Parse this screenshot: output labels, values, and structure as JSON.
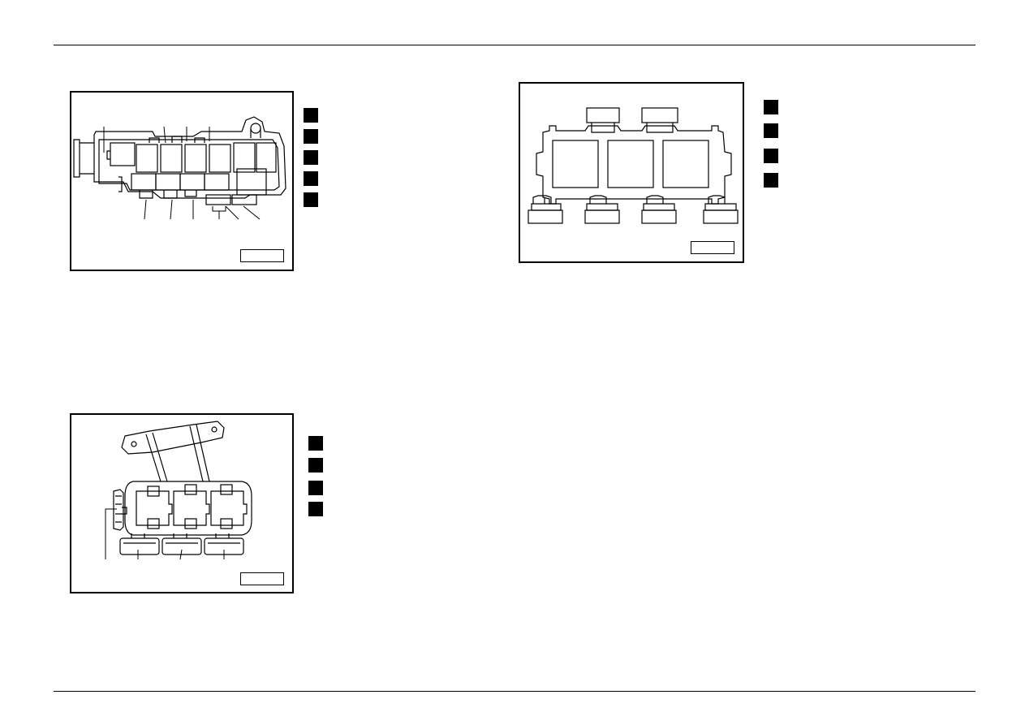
{
  "page": {
    "header_text": "",
    "footer_text": ""
  },
  "figures": [
    {
      "id": "fig-1",
      "figure_id_label": "",
      "callouts": [
        "",
        "",
        "",
        "",
        "",
        "",
        "",
        "",
        "",
        ""
      ],
      "legend": [
        {
          "marker": "",
          "text": ""
        },
        {
          "marker": "",
          "text": ""
        },
        {
          "marker": "",
          "text": ""
        },
        {
          "marker": "",
          "text": ""
        },
        {
          "marker": "",
          "text": ""
        }
      ]
    },
    {
      "id": "fig-2",
      "figure_id_label": "",
      "legend": [
        {
          "marker": "",
          "text": ""
        },
        {
          "marker": "",
          "text": ""
        },
        {
          "marker": "",
          "text": ""
        },
        {
          "marker": "",
          "text": ""
        }
      ]
    },
    {
      "id": "fig-3",
      "figure_id_label": "",
      "callouts": [
        "",
        "",
        "",
        "",
        ""
      ],
      "legend": [
        {
          "marker": "",
          "text": ""
        },
        {
          "marker": "",
          "text": ""
        },
        {
          "marker": "",
          "text": ""
        },
        {
          "marker": "",
          "text": ""
        }
      ]
    }
  ]
}
